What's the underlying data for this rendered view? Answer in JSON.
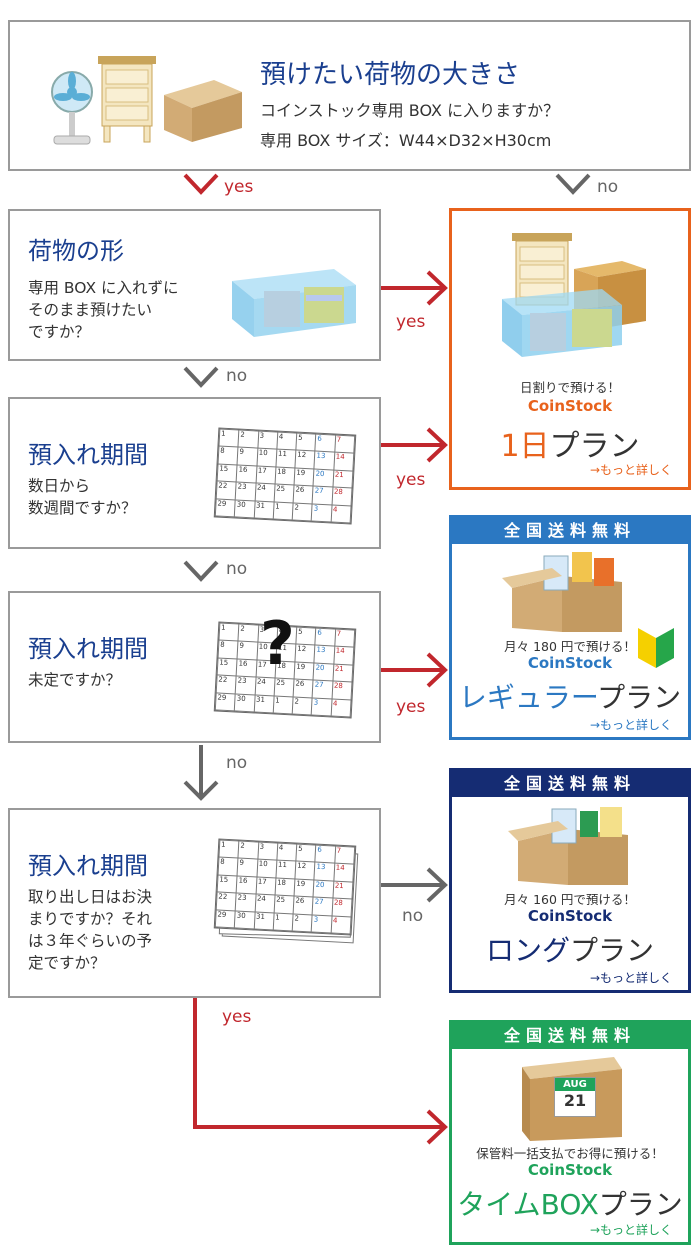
{
  "q0": {
    "title": "預けたい荷物の大きさ",
    "line1": "コインストック専用 BOX に入りますか？",
    "line2": "専用 BOX サイズ：W44×D32×H30cm"
  },
  "q1": {
    "title": "荷物の形",
    "line1": "専用 BOX に入れずに",
    "line2": "そのまま預けたい",
    "line3": "ですか？"
  },
  "q2": {
    "title": "預入れ期間",
    "line1": "数日から",
    "line2": "数週間ですか？"
  },
  "q3": {
    "title": "預入れ期間",
    "line1": "未定ですか？"
  },
  "q4": {
    "title": "預入れ期間",
    "line1": "取り出し日はお決",
    "line2": "まりですか？それ",
    "line3": "は３年ぐらいの予",
    "line4": "定ですか？"
  },
  "labels": {
    "yes": "yes",
    "no": "no"
  },
  "calendar": {
    "r1": [
      "1",
      "2",
      "3",
      "4",
      "5",
      "6",
      "7"
    ],
    "r2": [
      "8",
      "9",
      "10",
      "11",
      "12",
      "13",
      "14"
    ],
    "r3": [
      "15",
      "16",
      "17",
      "18",
      "19",
      "20",
      "21"
    ],
    "r4": [
      "22",
      "23",
      "24",
      "25",
      "26",
      "27",
      "28"
    ],
    "r5": [
      "29",
      "30",
      "31",
      "1",
      "2",
      "3",
      "4"
    ]
  },
  "question_mark": "?",
  "plans": {
    "day": {
      "caption": "日割りで預ける！",
      "brand": "CoinStock",
      "name_a": "1日",
      "name_b": "プラン",
      "more": "→もっと詳しく",
      "color": "#e8621c"
    },
    "regular": {
      "banner": "全国送料無料",
      "caption": "月々 180 円で預ける！",
      "brand": "CoinStock",
      "name_a": "レギュラー",
      "name_b": "プラン",
      "more": "→もっと詳しく",
      "color": "#2b78c2"
    },
    "long": {
      "banner": "全国送料無料",
      "caption": "月々 160 円で預ける！",
      "brand": "CoinStock",
      "name_a": "ロング",
      "name_b": "プラン",
      "more": "→もっと詳しく",
      "color": "#152c73"
    },
    "timebox": {
      "banner": "全国送料無料",
      "caption": "保管料一括支払でお得に預ける！",
      "brand": "CoinStock",
      "name_a": "タイムBOX",
      "name_b": "プラン",
      "more": "→もっと詳しく",
      "color": "#1fa35b",
      "calendar_month": "AUG",
      "calendar_day": "21"
    }
  }
}
